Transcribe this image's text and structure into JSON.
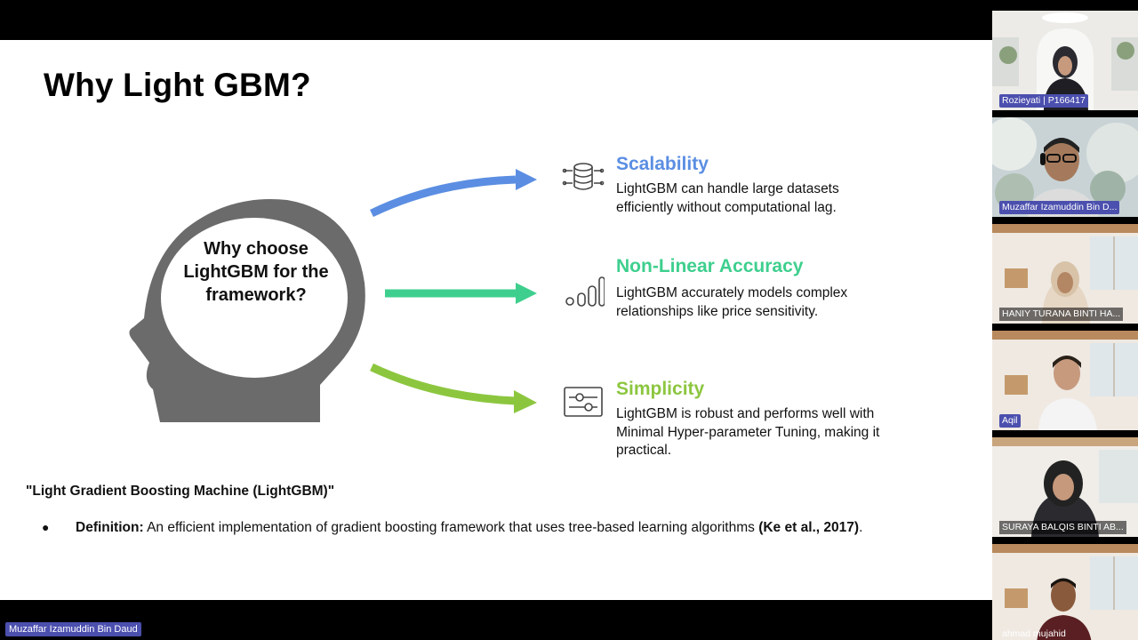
{
  "slide": {
    "title": "Why Light GBM?",
    "head_text": "Why choose LightGBM for the framework?",
    "features": [
      {
        "title": "Scalability",
        "icon": "database-stack-icon",
        "color": "#5b8ee2",
        "description": "LightGBM can handle large datasets efficiently without computational lag."
      },
      {
        "title": "Non-Linear Accuracy",
        "icon": "growth-bars-icon",
        "color": "#3ecf8e",
        "description": "LightGBM accurately models complex relationships like price sensitivity."
      },
      {
        "title": "Simplicity",
        "icon": "sliders-panel-icon",
        "color": "#8cc63f",
        "description": "LightGBM is robust and performs well with Minimal Hyper-parameter Tuning, making it practical."
      }
    ],
    "definition_heading": "\"Light Gradient Boosting Machine (LightGBM)\"",
    "definition": {
      "label": "Definition:",
      "text": " An efficient implementation of gradient boosting framework that uses tree-based learning algorithms ",
      "citation": "(Ke et al., 2017)",
      "end": "."
    }
  },
  "meeting": {
    "presenter_label": "Muzaffar Izamuddin Bin Daud",
    "participants": [
      {
        "name": "Rozieyati | P166417",
        "highlight": true
      },
      {
        "name": "Muzaffar Izamuddin Bin D...",
        "highlight": true
      },
      {
        "name": "HANIY TURANA BINTI HA...",
        "highlight": false
      },
      {
        "name": "Aqil",
        "highlight": true
      },
      {
        "name": "SURAYA BALQIS BINTI AB...",
        "highlight": false
      },
      {
        "name": "ahmad mujahid",
        "highlight": false
      }
    ]
  },
  "colors": {
    "head_gray": "#6b6b6b",
    "accent_blue": "#5b8ee2",
    "accent_green": "#3ecf8e",
    "accent_lime": "#8cc63f",
    "label_purple": "#4b4fae"
  }
}
